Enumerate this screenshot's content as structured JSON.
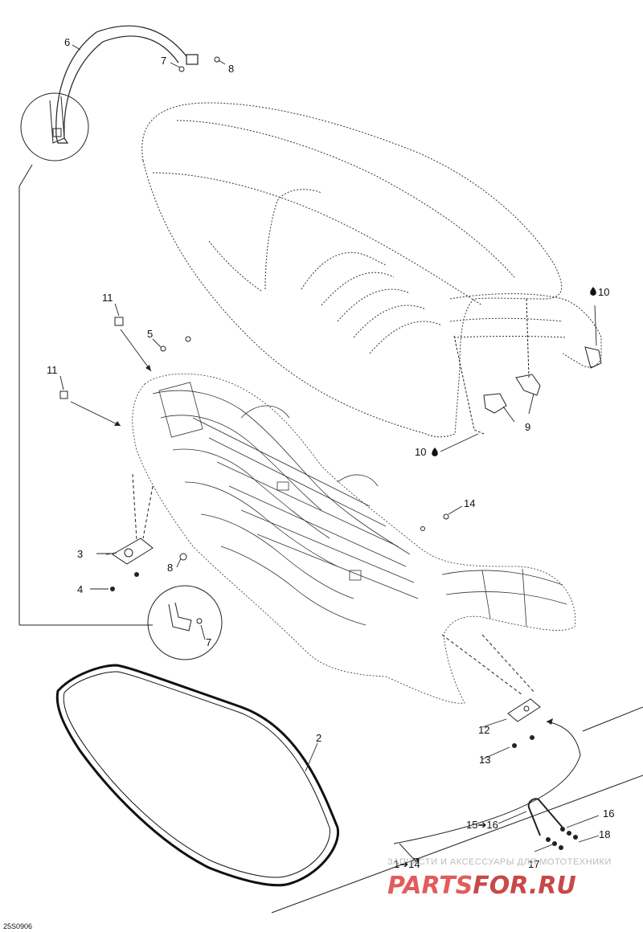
{
  "diagram_code": "25S0906",
  "callouts": {
    "c1_14": "1➔14",
    "c2": "2",
    "c3": "3",
    "c4": "4",
    "c5": "5",
    "c6": "6",
    "c7a": "7",
    "c7b": "7",
    "c8a": "8",
    "c8b": "8",
    "c9": "9",
    "c10a": "10",
    "c10b": "10",
    "c11a": "11",
    "c11b": "11",
    "c12": "12",
    "c13": "13",
    "c14": "14",
    "c15_16": "15➔16",
    "c16": "16",
    "c17": "17",
    "c18": "18"
  },
  "watermark": {
    "tagline": "ЗАПЧАСТИ И АКСЕССУАРЫ ДЛЯ МОТОТЕХНИКИ",
    "brand_a": "PARTS",
    "brand_b": "FOR.RU"
  },
  "colors": {
    "line": "#222222",
    "brand": "#e25c5c",
    "tagline": "#bbbbbb"
  }
}
